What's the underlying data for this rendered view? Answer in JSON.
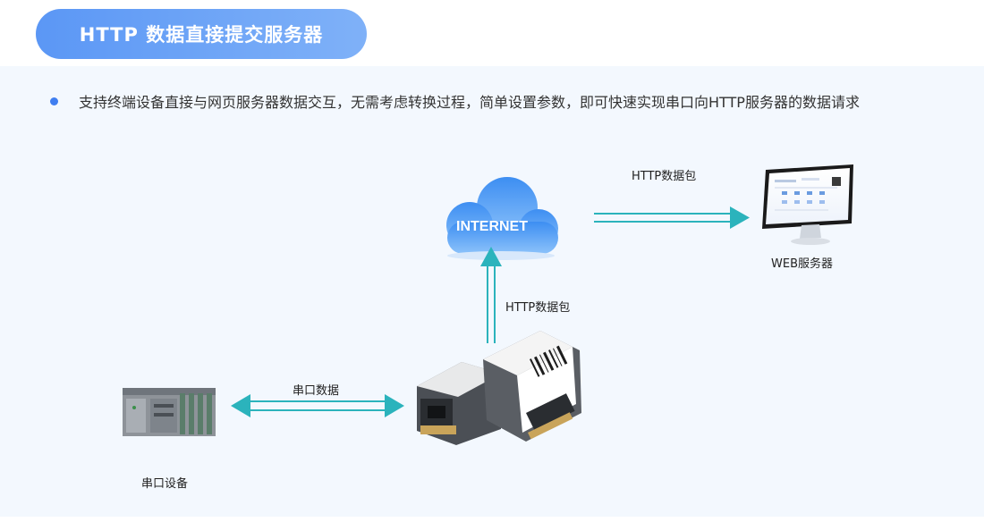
{
  "title": "HTTP 数据直接提交服务器",
  "bullet": "支持终端设备直接与网页服务器数据交互，无需考虑转换过程，简单设置参数，即可快速实现串口向HTTP服务器的数据请求",
  "diagram": {
    "cloud_label": "INTERNET",
    "http_packet_top": "HTTP数据包",
    "http_packet_mid": "HTTP数据包",
    "serial_data": "串口数据",
    "web_server": "WEB服务器",
    "serial_device": "串口设备"
  },
  "colors": {
    "accent": "#5b97f5",
    "arrow": "#2bb3bc",
    "panel": "#f3f8fe"
  }
}
